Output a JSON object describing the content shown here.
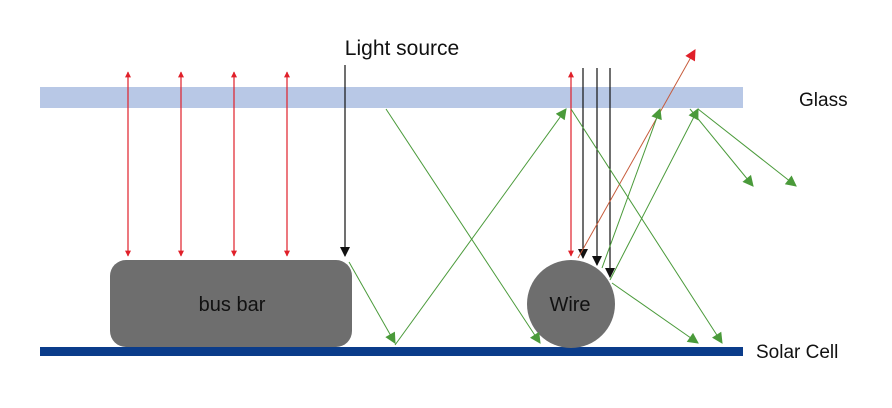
{
  "labels": {
    "light_source": "Light source",
    "glass": "Glass",
    "solar_cell": "Solar Cell",
    "bus_bar": "bus bar",
    "wire": "Wire"
  },
  "colors": {
    "glass": "#b8c8e6",
    "solar_cell": "#0b3c8a",
    "bus_bar": "#6e6e6e",
    "wire": "#6e6e6e",
    "reflected_ray": "#e0202a",
    "incident_ray": "#111111",
    "scattered_ray": "#4a9a3a",
    "stray_ray": "#c65a3a"
  }
}
